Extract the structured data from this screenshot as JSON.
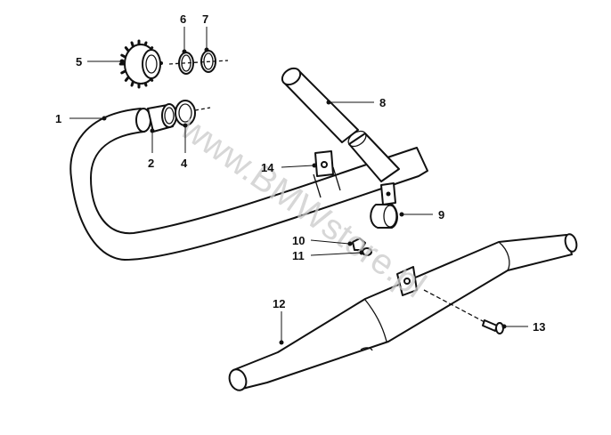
{
  "watermark": "www.BMWstore.pl",
  "callouts": [
    {
      "number": "1",
      "part": "exhaust-pipe"
    },
    {
      "number": "2",
      "part": "pipe-sleeve"
    },
    {
      "number": "4",
      "part": "clamp-ring"
    },
    {
      "number": "5",
      "part": "finned-nut"
    },
    {
      "number": "6",
      "part": "gasket-ring"
    },
    {
      "number": "7",
      "part": "gasket-ring"
    },
    {
      "number": "8",
      "part": "crossover-pipe"
    },
    {
      "number": "9",
      "part": "pipe-clamp"
    },
    {
      "number": "10",
      "part": "nut"
    },
    {
      "number": "11",
      "part": "washer"
    },
    {
      "number": "12",
      "part": "silencer"
    },
    {
      "number": "13",
      "part": "screw"
    },
    {
      "number": "14",
      "part": "bracket"
    }
  ]
}
